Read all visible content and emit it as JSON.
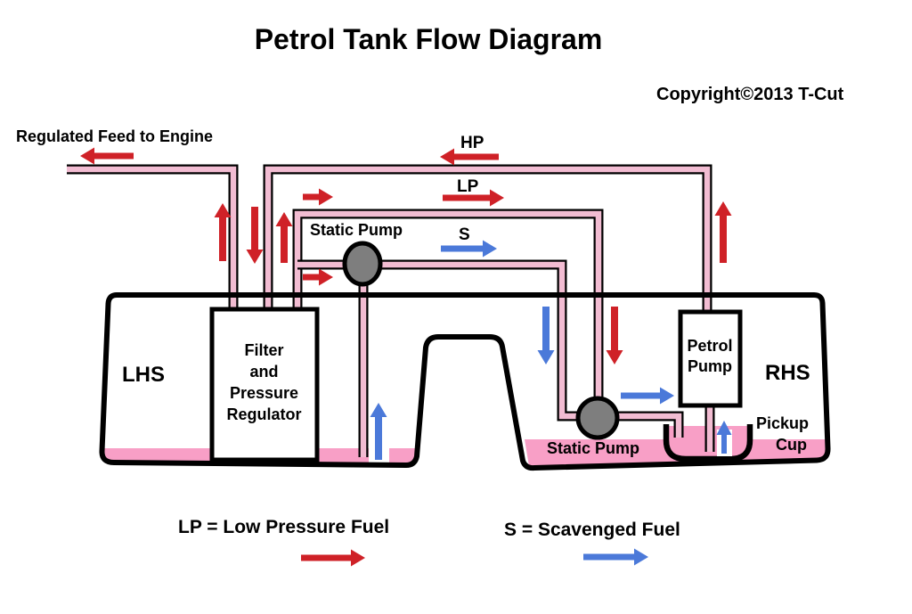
{
  "title": "Petrol Tank Flow Diagram",
  "copyright": "Copyright©2013 T-Cut",
  "labels": {
    "regulated_feed": "Regulated Feed to Engine",
    "hp": "HP",
    "lp": "LP",
    "s": "S",
    "static_pump_top": "Static Pump",
    "static_pump_bottom": "Static Pump",
    "lhs": "LHS",
    "rhs": "RHS",
    "pickup_line1": "Pickup",
    "pickup_line2": "Cup"
  },
  "components": {
    "filter_box": {
      "lines": [
        "Filter",
        "and",
        "Pressure",
        "Regulator"
      ]
    },
    "petrol_pump_box": {
      "lines": [
        "Petrol",
        "Pump"
      ]
    }
  },
  "legend": {
    "lp": "LP = Low Pressure Fuel",
    "s": "S = Scavenged Fuel"
  },
  "colors": {
    "arrow_red": "#CF2127",
    "arrow_blue": "#4B79D9",
    "pipe_pink": "#F2BCD2",
    "fuel_pink": "#F89FC6",
    "pump_gray": "#7E7E7E",
    "outline_black": "#000000"
  }
}
